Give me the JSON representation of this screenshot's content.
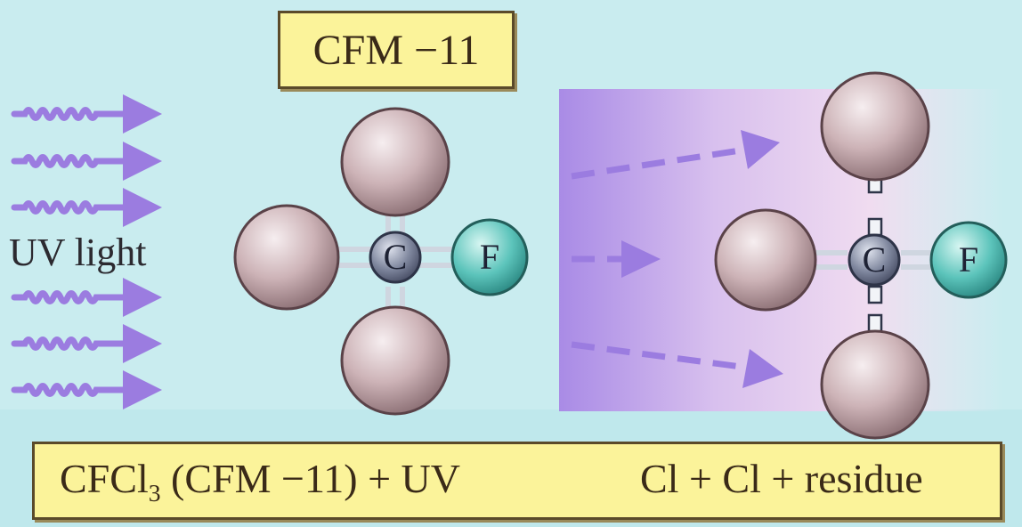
{
  "diagram": {
    "title": "CFM −11",
    "uv_label": "UV light",
    "molecule_before": {
      "center_atom": "C",
      "side_atom": "F"
    },
    "molecule_after": {
      "center_atom": "C",
      "side_atom": "F"
    },
    "equation": {
      "lhs_prefix": "CFCl",
      "lhs_subscript": "3",
      "lhs_suffix": " (CFM −11) + UV",
      "rhs": "Cl + Cl + residue"
    }
  },
  "colors": {
    "background": "#c8ecef",
    "label_fill": "#fbf39a",
    "uv_arrow": "#9b7ce0",
    "chlorine_atom": "#cdb4b8",
    "carbon_atom": "#8a92a8",
    "fluorine_atom": "#5fc6be"
  },
  "icons": [
    "uv-wave-arrow-icon",
    "dashed-arrow-icon"
  ]
}
